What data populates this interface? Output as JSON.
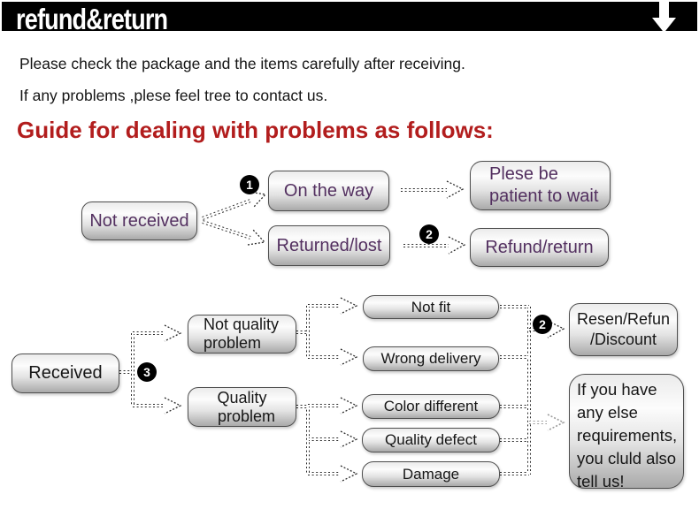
{
  "banner": {
    "title": "refund&return",
    "arrow_icon": "down-arrow-icon",
    "bg_color": "#000000",
    "text_color": "#ffffff"
  },
  "intro": {
    "line1": "Please check the package and the items carefully after receiving.",
    "line2": "If any problems ,plese feel tree to contact us."
  },
  "heading": {
    "text": "Guide for dealing with problems as follows:",
    "color": "#b21d1d"
  },
  "flow1": {
    "not_received": "Not received",
    "badge1": "1",
    "on_the_way": "On the way",
    "returned_lost": "Returned/lost",
    "badge2": "2",
    "plese_be": [
      "Plese be",
      "patient to wait"
    ],
    "refund_return": "Refund/return"
  },
  "flow2": {
    "received": "Received",
    "badge3": "3",
    "not_quality": [
      "Not quality",
      "problem"
    ],
    "quality": [
      "Quality",
      "problem"
    ],
    "not_fit": "Not fit",
    "wrong_delivery": "Wrong delivery",
    "color_different": "Color different",
    "quality_defect": "Quality defect",
    "damage": "Damage",
    "badge2": "2",
    "resen": [
      "Resen/Refun",
      "/Discount"
    ],
    "if_you_have": [
      "If you have",
      "any else",
      "requirements,",
      "you cluld also",
      "tell us!"
    ]
  },
  "colors": {
    "box_text_flow1": "#533060",
    "box_text_flow2": "#161616",
    "box_border": "#4e4e4e"
  }
}
